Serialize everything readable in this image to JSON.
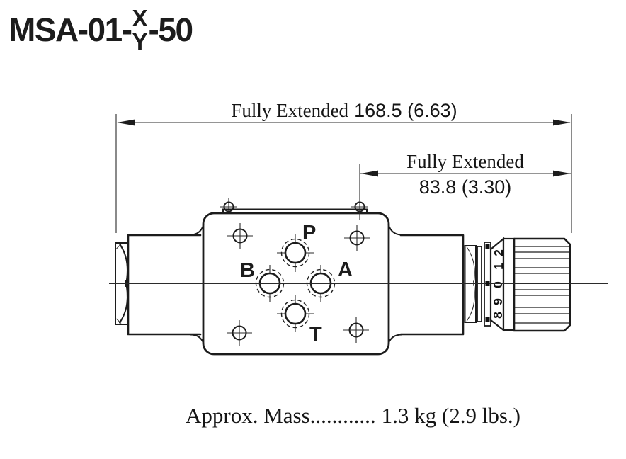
{
  "title": {
    "prefix": "MSA-01-",
    "numerator": "X",
    "denominator": "Y",
    "suffix": "-50"
  },
  "dimensions": {
    "overall": {
      "label": "Fully Extended",
      "value": "168.5 (6.63)"
    },
    "partial": {
      "label": "Fully Extended",
      "value": "83.8 (3.30)"
    }
  },
  "ports": {
    "p": "P",
    "b": "B",
    "a": "A",
    "t": "T"
  },
  "dial": {
    "numbers": [
      "2",
      "1",
      "0",
      "9",
      "8"
    ]
  },
  "mass_note": {
    "label": "Approx. Mass............",
    "value": "1.3 kg (2.9 lbs.)"
  },
  "colors": {
    "ink": "#1c1c1c",
    "thin_line": "#2b2b2b",
    "background": "#ffffff"
  }
}
